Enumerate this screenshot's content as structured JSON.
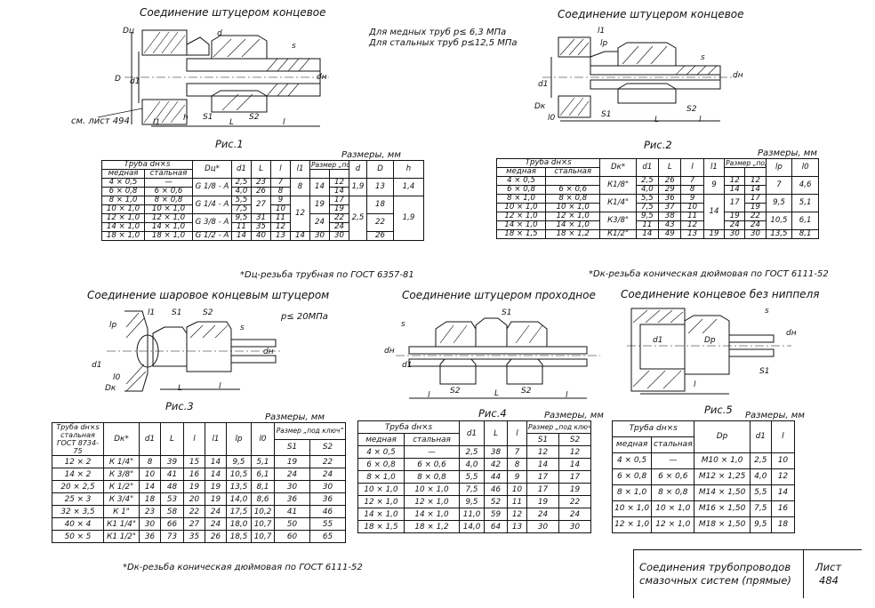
{
  "headings": {
    "fig1": "Соединение штуцером концевое",
    "fig2": "Соединение штуцером концевое",
    "fig3": "Соединение шаровое концевым штуцером",
    "fig4": "Соединение штуцером проходное",
    "fig5": "Соединение концевое без ниппеля"
  },
  "pressure_note": {
    "line1": "Для медных труб p≤ 6,3 МПа",
    "line2": "Для стальных труб p≤12,5 МПа"
  },
  "fig3_pressure": "p≤ 20МПа",
  "captions": {
    "fig1": "Рис.1",
    "fig2": "Рис.2",
    "fig3": "Рис.3",
    "fig4": "Рис.4",
    "fig5": "Рис.5"
  },
  "sheet_ref": "см. лист 494",
  "dim_labels": {
    "f1": [
      "Dц",
      "d",
      "D",
      "d1",
      "s",
      "dн",
      "l1",
      "h",
      "S1",
      "L",
      "S2",
      "l"
    ],
    "f2": [
      "l1",
      "lp",
      "s",
      "d1",
      "dн",
      "Dк",
      "l0",
      "S1",
      "S2",
      "L",
      "l"
    ],
    "f3": [
      "lp",
      "l1",
      "S1",
      "S2",
      "s",
      "dн",
      "d1",
      "l0",
      "Dк",
      "L",
      "l"
    ],
    "f4": [
      "S1",
      "s",
      "dн",
      "d1",
      "l",
      "S2",
      "L",
      "S2",
      "l"
    ],
    "f5": [
      "s",
      "dн",
      "d1",
      "Dp",
      "S1",
      "l"
    ]
  },
  "sizes_label": "Размеры, мм",
  "table1": {
    "headers": {
      "pipe": "Труба dн×s",
      "copper": "медная",
      "steel": "стальная",
      "dc": "Dц*",
      "d1": "d1",
      "L": "L",
      "l": "l",
      "l1": "l1",
      "key": "Размер „под ключ“",
      "d": "d",
      "D": "D",
      "h": "h"
    },
    "rows": [
      [
        "4 × 0,5",
        "—",
        "2,5",
        "23",
        "7",
        "12",
        "12"
      ],
      [
        "6 × 0,8",
        "6 × 0,6",
        "4,0",
        "26",
        "8",
        "14",
        "14"
      ],
      [
        "8 × 1,0",
        "8 × 0,8",
        "5,5",
        "27",
        "9",
        "17",
        "17"
      ],
      [
        "10 × 1,0",
        "10 × 1,0",
        "7,5",
        "",
        "10",
        "19",
        "19"
      ],
      [
        "12 × 1,0",
        "12 × 1,0",
        "9,5",
        "31",
        "11",
        "22",
        "22"
      ],
      [
        "14 × 1,0",
        "14 × 1,0",
        "11",
        "35",
        "12",
        "24",
        "24"
      ],
      [
        "18 × 1,0",
        "18 × 1,0",
        "14",
        "40",
        "13",
        "30",
        "30"
      ]
    ],
    "dc_values": [
      "G 1/8 - A",
      "G 1/4 - A",
      "G 3/8 - A",
      "G 1/2 - A"
    ],
    "l1_values": [
      "8",
      "12",
      "14"
    ],
    "d_values": [
      "1,9",
      "2,5"
    ],
    "D_values": [
      "13",
      "18",
      "22",
      "26"
    ],
    "h_values": [
      "1,4",
      "1,9"
    ],
    "key1_merged": [
      "14",
      "19",
      "24"
    ],
    "footnote": "*Dц-резьба трубная по ГОСТ 6357-81"
  },
  "table2": {
    "headers": {
      "pipe": "Труба dн×s",
      "copper": "медная",
      "steel": "стальная",
      "dk": "Dк*",
      "d1": "d1",
      "L": "L",
      "l": "l",
      "l1": "l1",
      "key": "Размер „под ключ“",
      "lp": "lp",
      "l0": "l0"
    },
    "rows": [
      [
        "4 × 0,5",
        "",
        "2,5",
        "26",
        "7",
        "12",
        "12"
      ],
      [
        "6 × 0,8",
        "6 × 0,6",
        "4,0",
        "29",
        "8",
        "14",
        "14"
      ],
      [
        "8 × 1,0",
        "8 × 0,8",
        "5,5",
        "36",
        "9",
        "17",
        "17"
      ],
      [
        "10 × 1,0",
        "10 × 1,0",
        "7,5",
        "37",
        "10",
        "",
        "19"
      ],
      [
        "12 × 1,0",
        "12 × 1,0",
        "9,5",
        "38",
        "11",
        "19",
        "22"
      ],
      [
        "14 × 1,0",
        "14 × 1,0",
        "11",
        "43",
        "12",
        "24",
        "24"
      ],
      [
        "18 × 1,5",
        "18 × 1,2",
        "14",
        "49",
        "13",
        "30",
        "30"
      ]
    ],
    "dk_values": [
      "К1/8\"",
      "К1/4\"",
      "К3/8\"",
      "К1/2\""
    ],
    "l1_values": [
      "9",
      "14",
      "19"
    ],
    "lp_values": [
      "7",
      "9,5",
      "10,5",
      "13,5"
    ],
    "l0_values": [
      "4,6",
      "5,1",
      "6,1",
      "8,1"
    ],
    "footnote": "*Dк-резьба коническая дюймовая по ГОСТ 6111-52"
  },
  "table3": {
    "headers": {
      "pipe": "Труба dн×s стальная ГОСТ 8734-75",
      "dk": "Dк*",
      "d1": "d1",
      "L": "L",
      "l": "l",
      "l1": "l1",
      "lp": "lp",
      "l0": "l0",
      "key": "Размер „под ключ“",
      "s1": "S1",
      "s2": "S2"
    },
    "rows": [
      [
        "12 × 2",
        "К 1/4\"",
        "8",
        "39",
        "15",
        "14",
        "9,5",
        "5,1",
        "19",
        "22"
      ],
      [
        "14 × 2",
        "К 3/8\"",
        "10",
        "41",
        "16",
        "14",
        "10,5",
        "6,1",
        "24",
        "24"
      ],
      [
        "20 × 2,5",
        "К 1/2\"",
        "14",
        "48",
        "19",
        "19",
        "13,5",
        "8,1",
        "30",
        "30"
      ],
      [
        "25 × 3",
        "К 3/4\"",
        "18",
        "53",
        "20",
        "19",
        "14,0",
        "8,6",
        "36",
        "36"
      ],
      [
        "32 × 3,5",
        "К 1\"",
        "23",
        "58",
        "22",
        "24",
        "17,5",
        "10,2",
        "41",
        "46"
      ],
      [
        "40 × 4",
        "К1 1/4\"",
        "30",
        "66",
        "27",
        "24",
        "18,0",
        "10,7",
        "50",
        "55"
      ],
      [
        "50 × 5",
        "К1 1/2\"",
        "36",
        "73",
        "35",
        "26",
        "18,5",
        "10,7",
        "60",
        "65"
      ]
    ],
    "footnote": "*Dк-резьба коническая дюймовая по ГОСТ 6111-52"
  },
  "table4": {
    "headers": {
      "pipe": "Труба dн×s",
      "copper": "медная",
      "steel": "стальная",
      "d1": "d1",
      "L": "L",
      "l": "l",
      "key": "Размер „под ключ“",
      "s1": "S1",
      "s2": "S2"
    },
    "rows": [
      [
        "4 × 0,5",
        "—",
        "2,5",
        "38",
        "7",
        "12",
        "12"
      ],
      [
        "6 × 0,8",
        "6 × 0,6",
        "4,0",
        "42",
        "8",
        "14",
        "14"
      ],
      [
        "8 × 1,0",
        "8 × 0,8",
        "5,5",
        "44",
        "9",
        "17",
        "17"
      ],
      [
        "10 × 1,0",
        "10 × 1,0",
        "7,5",
        "46",
        "10",
        "17",
        "19"
      ],
      [
        "12 × 1,0",
        "12 × 1,0",
        "9,5",
        "52",
        "11",
        "19",
        "22"
      ],
      [
        "14 × 1,0",
        "14 × 1,0",
        "11,0",
        "59",
        "12",
        "24",
        "24"
      ],
      [
        "18 × 1,5",
        "18 × 1,2",
        "14,0",
        "64",
        "13",
        "30",
        "30"
      ]
    ]
  },
  "table5": {
    "headers": {
      "pipe": "Труба dн×s",
      "copper": "медная",
      "steel": "стальная",
      "dp": "Dр",
      "d1": "d1",
      "l": "l"
    },
    "rows": [
      [
        "4 × 0,5",
        "—",
        "M10 × 1,0",
        "2,5",
        "10"
      ],
      [
        "6 × 0,8",
        "6 × 0,6",
        "M12 × 1,25",
        "4,0",
        "12"
      ],
      [
        "8 × 1,0",
        "8 × 0,8",
        "M14 × 1,50",
        "5,5",
        "14"
      ],
      [
        "10 × 1,0",
        "10 × 1,0",
        "M16 × 1,50",
        "7,5",
        "16"
      ],
      [
        "12 × 1,0",
        "12 × 1,0",
        "M18 × 1,50",
        "9,5",
        "18"
      ]
    ]
  },
  "title_block": {
    "title_line1": "Соединения трубопроводов",
    "title_line2": "смазочных систем (прямые)",
    "sheet_label": "Лист",
    "sheet_number": "484"
  }
}
